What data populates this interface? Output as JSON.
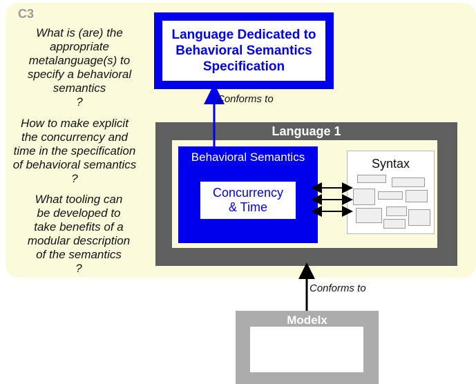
{
  "c3_label": "C3",
  "questions": [
    "What is (are) the\nappropriate\nmetalanguage(s) to\nspecify a behavioral\nsemantics\n?",
    "How to make explicit\nthe concurrency and\ntime in the specification\nof behavioral semantics\n?",
    "What tooling can\nbe developed to\ntake benefits of a\nmodular description\nof the semantics\n?"
  ],
  "dedicated_box": {
    "text": "Language Dedicated to\nBehavioral Semantics\nSpecification"
  },
  "language1": {
    "title": "Language 1",
    "behavioral_title": "Behavioral Semantics",
    "concurrency_text": "Concurrency\n& Time",
    "syntax_title": "Syntax"
  },
  "conforms_to_top": "Conforms to",
  "conforms_to_bottom": "Conforms to",
  "modelx_title": "Modelx",
  "colors": {
    "panel": "#fbfbdc",
    "blue": "#0000ee",
    "dark_gray": "#5f5f5f",
    "light_gray": "#acacac"
  }
}
